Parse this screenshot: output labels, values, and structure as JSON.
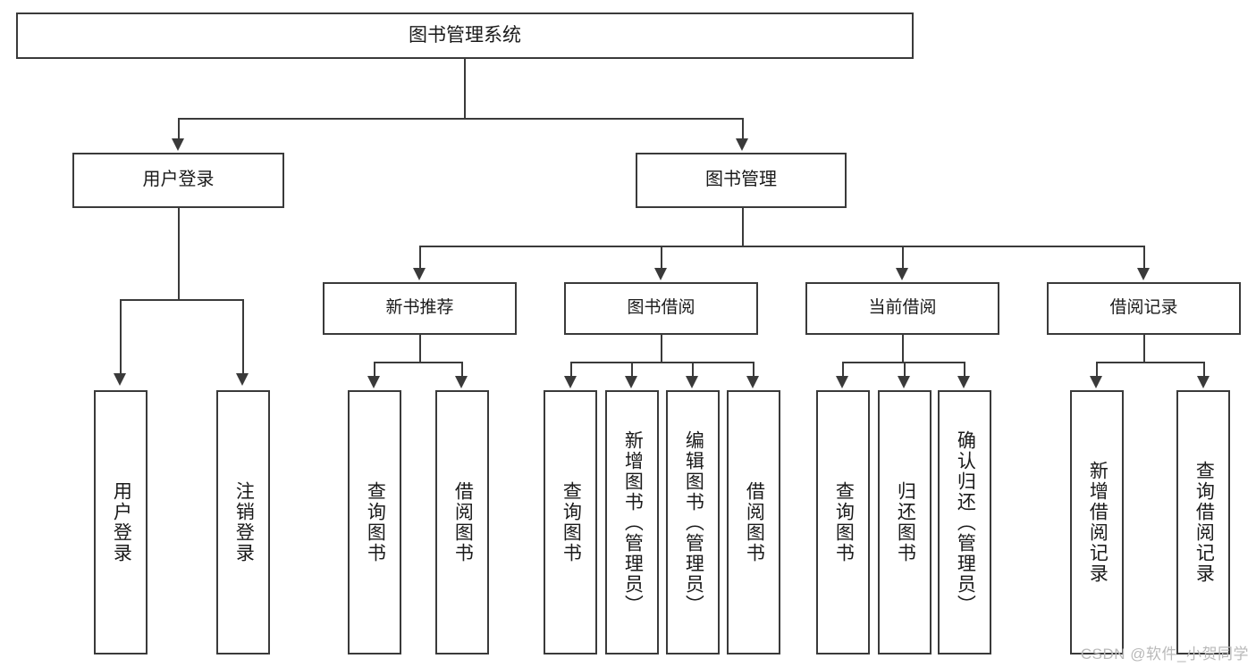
{
  "diagram": {
    "title": "图书管理系统",
    "watermark": "CSDN @软件_小贺同学",
    "nodes": {
      "root": "图书管理系统",
      "l1": {
        "user_login": "用户登录",
        "book_manage": "图书管理"
      },
      "l2": {
        "new_book_rec": "新书推荐",
        "book_borrow": "图书借阅",
        "current_borrow": "当前借阅",
        "borrow_record": "借阅记录"
      },
      "leaves": {
        "user_login_1": "用户登录",
        "user_login_2": "注销登录",
        "new_book_rec_1": "查询图书",
        "new_book_rec_2": "借阅图书",
        "book_borrow_1": "查询图书",
        "book_borrow_2": "新增图书（管理员）",
        "book_borrow_3": "编辑图书（管理员）",
        "book_borrow_4": "借阅图书",
        "current_borrow_1": "查询图书",
        "current_borrow_2": "归还图书",
        "current_borrow_3": "确认归还（管理员）",
        "borrow_record_1": "新增借阅记录",
        "borrow_record_2": "查询借阅记录"
      }
    },
    "colors": {
      "stroke": "#3a3a3a",
      "fill": "#ffffff",
      "text": "#1a1a1a",
      "watermark": "#b9b9b9"
    }
  }
}
